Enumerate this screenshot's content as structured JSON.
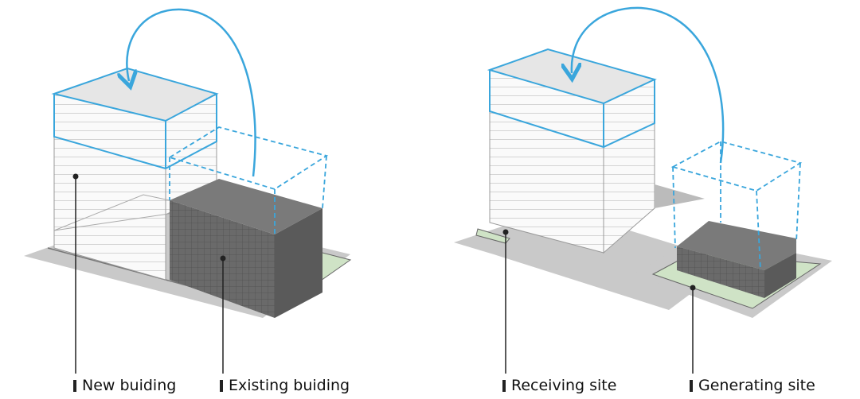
{
  "colors": {
    "arrow": "#3aa6dc",
    "dashed_box": "#3aa6dc",
    "ground": "#c8c8c8",
    "existing_building": "#6e6e6e",
    "green_lot": "#cfe3c6"
  },
  "left_panel": {
    "labels": {
      "new_building": "New buiding",
      "existing_building": "Existing buiding"
    }
  },
  "right_panel": {
    "labels": {
      "receiving_site": "Receiving site",
      "generating_site": "Generating site"
    }
  }
}
